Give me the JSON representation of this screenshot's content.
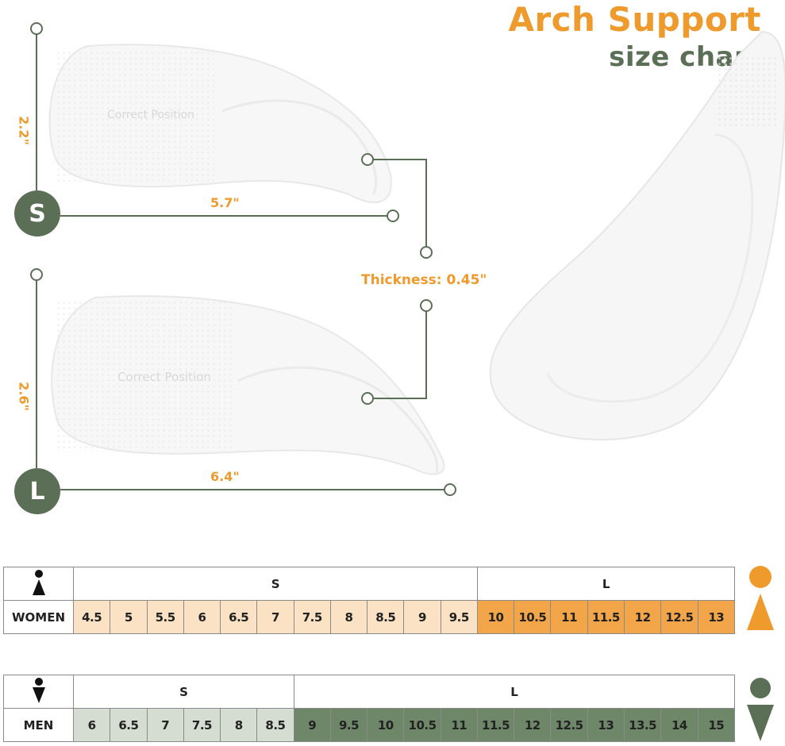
{
  "title": {
    "main": "Arch Support",
    "sub": "size chart"
  },
  "insoles": {
    "small": {
      "badge": "S",
      "height_label": "2.2\"",
      "length_label": "5.7\"",
      "insole_text": "Correct Position"
    },
    "large": {
      "badge": "L",
      "height_label": "2.6\"",
      "length_label": "6.4\"",
      "insole_text": "Correct Position"
    },
    "thickness_label": "Thickness: 0.45\""
  },
  "women_table": {
    "row_label": "WOMEN",
    "s_label": "S",
    "l_label": "L",
    "s_sizes": [
      "4.5",
      "5",
      "5.5",
      "6",
      "6.5",
      "7",
      "7.5",
      "8",
      "8.5",
      "9",
      "9.5"
    ],
    "l_sizes": [
      "10",
      "10.5",
      "11",
      "11.5",
      "12",
      "12.5",
      "13"
    ]
  },
  "men_table": {
    "row_label": "MEN",
    "s_label": "S",
    "l_label": "L",
    "s_sizes": [
      "6",
      "6.5",
      "7",
      "7.5",
      "8",
      "8.5"
    ],
    "l_sizes": [
      "9",
      "9.5",
      "10",
      "10.5",
      "11",
      "11.5",
      "12",
      "12.5",
      "13",
      "13.5",
      "14",
      "15"
    ]
  },
  "colors": {
    "orange": "#ee9a2c",
    "green": "#5b6f56"
  },
  "icons": [
    "woman-icon",
    "man-icon"
  ]
}
